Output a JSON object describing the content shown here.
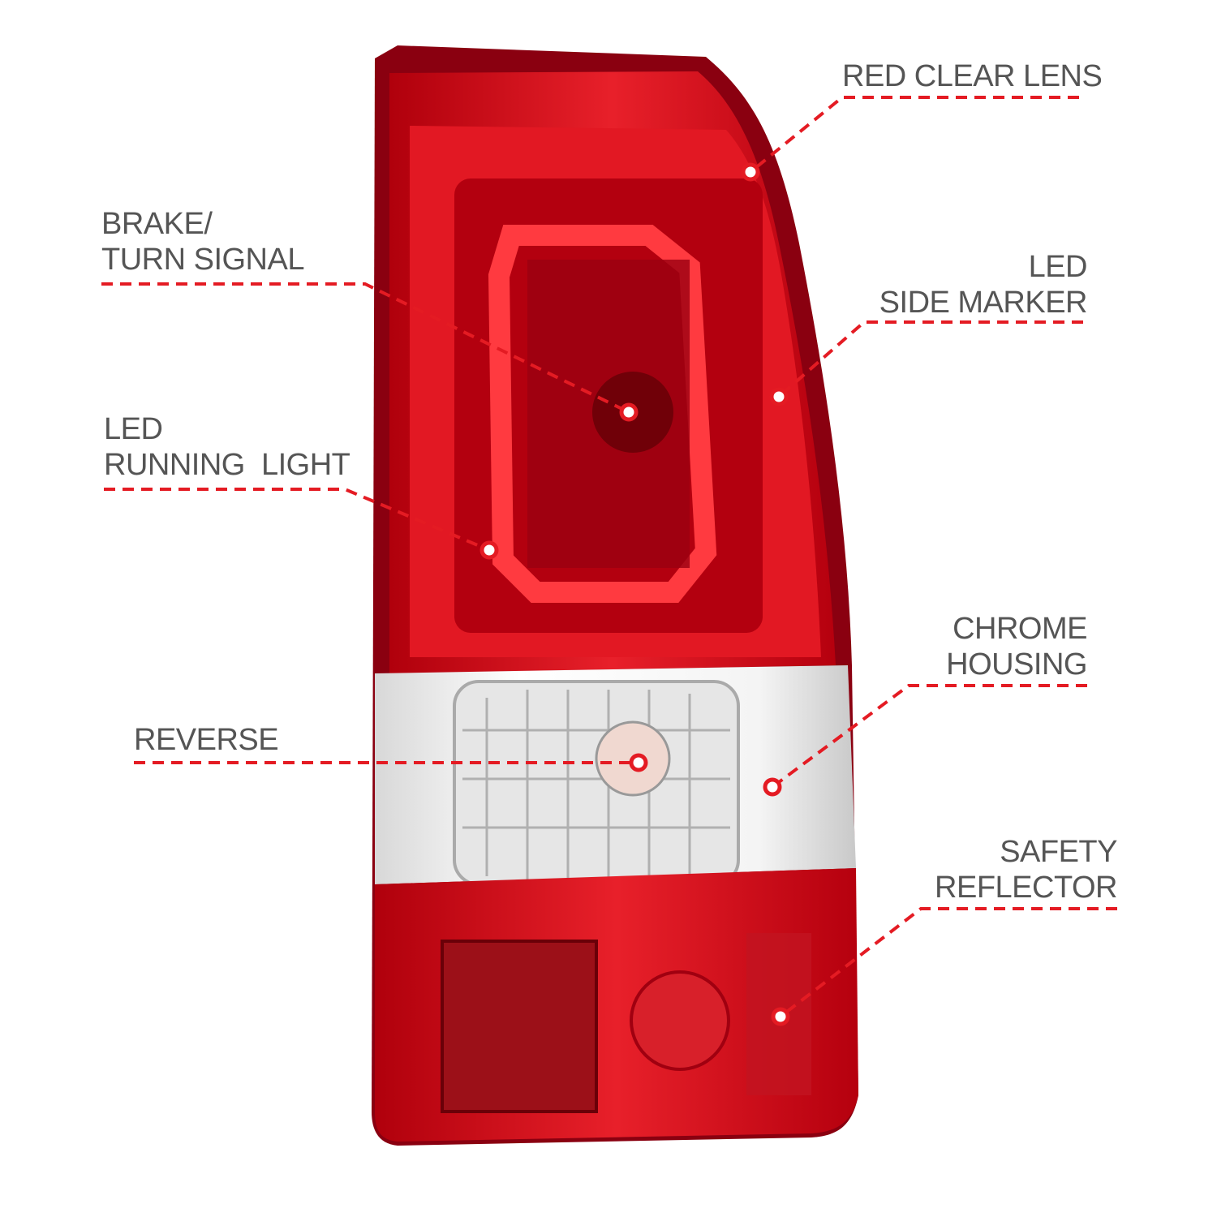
{
  "colors": {
    "accent": "#e41b23",
    "label_text": "#555555",
    "lens_red": "#d0101c",
    "lens_dark": "#7a0008"
  },
  "callouts": [
    {
      "id": "red-clear-lens",
      "lines": [
        "RED CLEAR LENS"
      ]
    },
    {
      "id": "brake-turn-signal",
      "lines": [
        "BRAKE/",
        "TURN SIGNAL"
      ]
    },
    {
      "id": "led-side-marker",
      "lines": [
        "LED",
        "SIDE MARKER"
      ]
    },
    {
      "id": "led-running-light",
      "lines": [
        "LED",
        "RUNNING  LIGHT"
      ]
    },
    {
      "id": "chrome-housing",
      "lines": [
        "CHROME",
        "HOUSING"
      ]
    },
    {
      "id": "reverse",
      "lines": [
        "REVERSE"
      ]
    },
    {
      "id": "safety-reflector",
      "lines": [
        "SAFETY",
        "REFLECTOR"
      ]
    }
  ]
}
